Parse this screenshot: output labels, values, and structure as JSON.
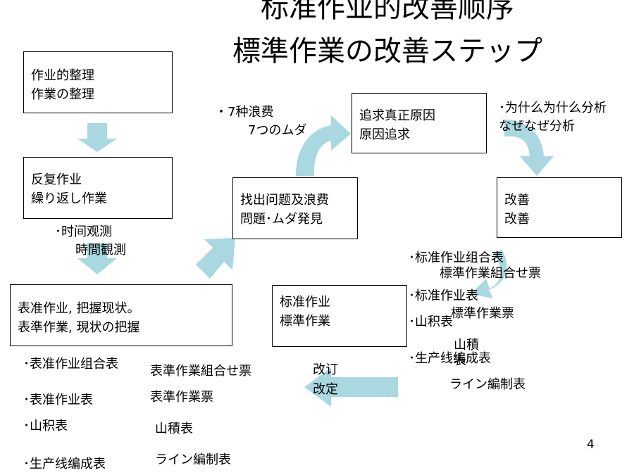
{
  "title": {
    "line1": "标准作业的改善顺序",
    "line2": "標準作業の改善ステップ"
  },
  "boxes": {
    "organize": {
      "line1": "作业的整理",
      "line2": "作業の整理"
    },
    "repeat": {
      "line1": "反复作业",
      "line2": "繰り返し作業"
    },
    "grasp": {
      "line1": "表准作业, 把握现状。",
      "line2": "表準作業, 現状の把握"
    },
    "find": {
      "line1": "找出问题及浪费",
      "line2": "問題･ムダ発見"
    },
    "cause": {
      "line1": "追求真正原因",
      "line2": "原因追求"
    },
    "improve": {
      "line1": "改善",
      "line2": "改善"
    },
    "standard": {
      "line1": "标准作业",
      "line2": "標準作業"
    }
  },
  "notes": {
    "time_cn": "･时间观测",
    "time_jp": "時間観測",
    "waste_cn": "・7种浪费",
    "waste_jp": "7つのムダ",
    "why_cn": "･为什么为什么分析",
    "why_jp": "なぜなぜ分析",
    "revise_cn": "改订",
    "revise_jp": "改定"
  },
  "right_list": [
    {
      "cn": "･标准作业组合表",
      "jp": "標準作業組合せ票"
    },
    {
      "cn": "･标准作业表",
      "jp": "標準作業票"
    },
    {
      "cn": "･山积表",
      "jp": "山積表"
    },
    {
      "cn": "･生产线编成表",
      "jp": "ライン編制表"
    }
  ],
  "bottom_list": [
    {
      "cn": "･表准作业组合表",
      "jp": "表準作業組合せ票"
    },
    {
      "cn": "･表准作业表",
      "jp": "表準作業票"
    },
    {
      "cn": "･山积表",
      "jp": "山積表"
    },
    {
      "cn": "･生产线编成表",
      "jp": "ライン編制表"
    }
  ],
  "page_number": "4",
  "colors": {
    "arrow": "#a9d8e0"
  }
}
